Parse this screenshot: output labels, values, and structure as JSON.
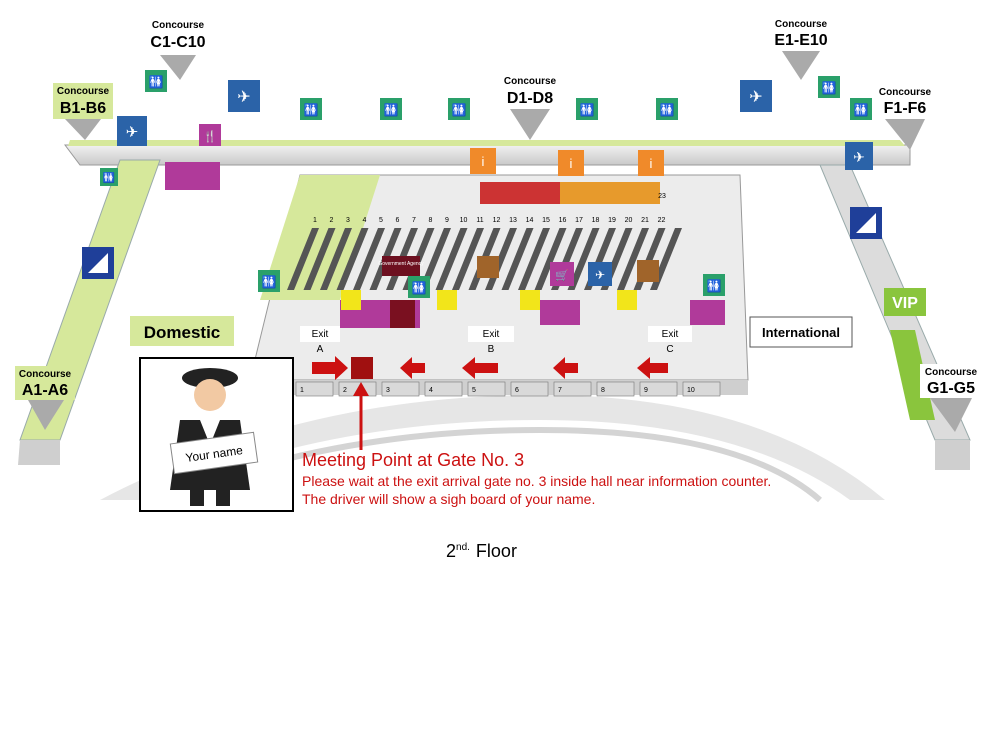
{
  "concourses": [
    {
      "key": "a",
      "heading": "Concourse",
      "code": "A1-A6"
    },
    {
      "key": "b",
      "heading": "Concourse",
      "code": "B1-B6"
    },
    {
      "key": "c",
      "heading": "Concourse",
      "code": "C1-C10"
    },
    {
      "key": "d",
      "heading": "Concourse",
      "code": "D1-D8"
    },
    {
      "key": "e",
      "heading": "Concourse",
      "code": "E1-E10"
    },
    {
      "key": "f",
      "heading": "Concourse",
      "code": "F1-F6"
    },
    {
      "key": "g",
      "heading": "Concourse",
      "code": "G1-G5"
    }
  ],
  "zones": {
    "domestic": "Domestic",
    "international": "International",
    "vip": "VIP"
  },
  "exits": [
    {
      "word": "Exit",
      "letter": "A"
    },
    {
      "word": "Exit",
      "letter": "B"
    },
    {
      "word": "Exit",
      "letter": "C"
    }
  ],
  "counter_numbers": [
    "1",
    "2",
    "3",
    "4",
    "5",
    "6",
    "7",
    "8",
    "9",
    "10",
    "11",
    "12",
    "13",
    "14",
    "15",
    "16",
    "17",
    "18",
    "19",
    "20",
    "21",
    "22",
    "23"
  ],
  "gate_numbers": [
    "1",
    "2",
    "3",
    "4",
    "5",
    "6",
    "7",
    "8",
    "9",
    "10"
  ],
  "counters_label": "Government Agency",
  "sign_text": "Your name",
  "meeting": {
    "title": "Meeting Point at Gate No. 3",
    "line1": "Please wait at the exit arrival gate no. 3 inside hall near information counter.",
    "line2": "The driver will show a sigh board of your name."
  },
  "floor": {
    "number": "2",
    "suffix": "nd.",
    "word": "Floor"
  },
  "colors": {
    "walkway": "#d6e89b",
    "restroom": "#2aa06a",
    "gate": "#1f3f99",
    "shop": "#b03a9a",
    "service": "#f08a2a",
    "meeting": "#cc1111",
    "vip": "#8ac53d",
    "floor_edge": "#e5e5e5"
  }
}
